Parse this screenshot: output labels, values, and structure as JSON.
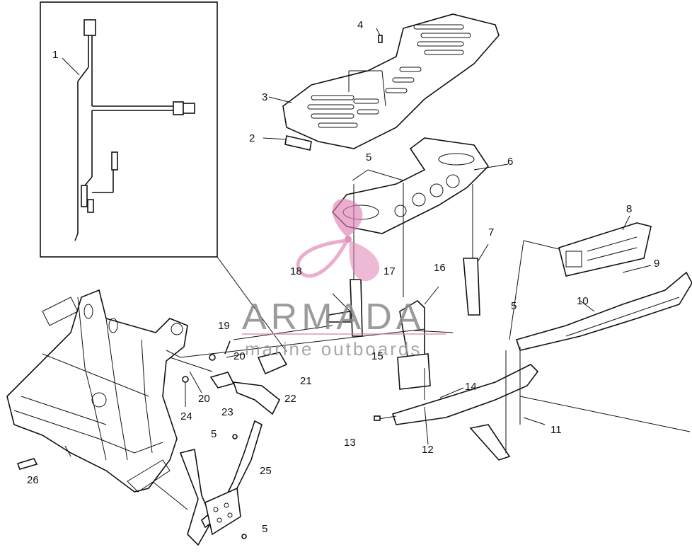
{
  "watermark": {
    "brand": "ARMADA",
    "tagline": "marine outboards",
    "logo_color": "#e07fb0",
    "text_color": "#8a8a8a"
  },
  "callouts": [
    {
      "id": "c1",
      "label": "1"
    },
    {
      "id": "c2",
      "label": "2"
    },
    {
      "id": "c3",
      "label": "3"
    },
    {
      "id": "c4",
      "label": "4"
    },
    {
      "id": "c5a",
      "label": "5"
    },
    {
      "id": "c6",
      "label": "6"
    },
    {
      "id": "c7",
      "label": "7"
    },
    {
      "id": "c8",
      "label": "8"
    },
    {
      "id": "c9",
      "label": "9"
    },
    {
      "id": "c10",
      "label": "10"
    },
    {
      "id": "c5b",
      "label": "5"
    },
    {
      "id": "c16",
      "label": "16"
    },
    {
      "id": "c17",
      "label": "17"
    },
    {
      "id": "c18",
      "label": "18"
    },
    {
      "id": "c19",
      "label": "19"
    },
    {
      "id": "c20a",
      "label": "20"
    },
    {
      "id": "c20b",
      "label": "20"
    },
    {
      "id": "c21",
      "label": "21"
    },
    {
      "id": "c22",
      "label": "22"
    },
    {
      "id": "c23",
      "label": "23"
    },
    {
      "id": "c24",
      "label": "24"
    },
    {
      "id": "c15",
      "label": "15"
    },
    {
      "id": "c14",
      "label": "14"
    },
    {
      "id": "c13",
      "label": "13"
    },
    {
      "id": "c12",
      "label": "12"
    },
    {
      "id": "c11",
      "label": "11"
    },
    {
      "id": "c5c",
      "label": "5"
    },
    {
      "id": "c25",
      "label": "25"
    },
    {
      "id": "c5d",
      "label": "5"
    },
    {
      "id": "c26",
      "label": "26"
    }
  ]
}
